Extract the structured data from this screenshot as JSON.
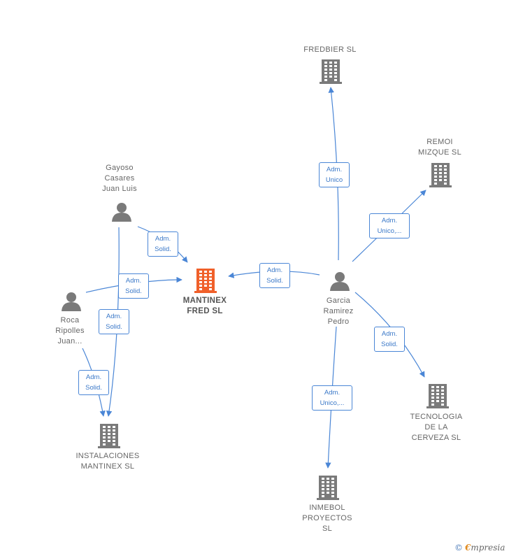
{
  "colors": {
    "edge": "#4a86d6",
    "node": "#7a7a7a",
    "main_node": "#f0602a"
  },
  "nodes": {
    "mantinex": {
      "lines": [
        "MANTINEX",
        "FRED  SL"
      ],
      "icon": "building-icon"
    },
    "fredbier": {
      "lines": [
        "FREDBIER SL"
      ],
      "icon": "building-icon"
    },
    "remoi": {
      "lines": [
        "REMOI",
        "MIZQUE  SL"
      ],
      "icon": "building-icon"
    },
    "tecnologia": {
      "lines": [
        "TECNOLOGIA",
        "DE LA",
        "CERVEZA  SL"
      ],
      "icon": "building-icon"
    },
    "inmebol": {
      "lines": [
        "INMEBOL",
        "PROYECTOS",
        "SL"
      ],
      "icon": "building-icon"
    },
    "instalaciones": {
      "lines": [
        "INSTALACIONES",
        "MANTINEX SL"
      ],
      "icon": "building-icon"
    },
    "garcia": {
      "lines": [
        "Garcia",
        "Ramirez",
        "Pedro"
      ],
      "icon": "person-icon"
    },
    "gayoso": {
      "lines": [
        "Gayoso",
        "Casares",
        "Juan Luis"
      ],
      "icon": "person-icon"
    },
    "roca": {
      "lines": [
        "Roca",
        "Ripolles",
        "Juan..."
      ],
      "icon": "person-icon"
    }
  },
  "edges": [
    {
      "id": "garcia-fredbier",
      "lines": [
        "Adm.",
        "Unico"
      ]
    },
    {
      "id": "garcia-remoi",
      "lines": [
        "Adm.",
        "Unico,..."
      ]
    },
    {
      "id": "garcia-mantinex",
      "lines": [
        "Adm.",
        "Solid."
      ]
    },
    {
      "id": "garcia-tecnologia",
      "lines": [
        "Adm.",
        "Solid."
      ]
    },
    {
      "id": "garcia-inmebol",
      "lines": [
        "Adm.",
        "Unico,..."
      ]
    },
    {
      "id": "gayoso-mantinex",
      "lines": [
        "Adm.",
        "Solid."
      ]
    },
    {
      "id": "roca-mantinex",
      "lines": [
        "Adm.",
        "Solid."
      ]
    },
    {
      "id": "gayoso-instalaciones",
      "lines": [
        "Adm.",
        "Solid."
      ]
    },
    {
      "id": "roca-instalaciones",
      "lines": [
        "Adm.",
        "Solid."
      ]
    }
  ],
  "brand": {
    "copyright": "©",
    "name_first": "€",
    "name_rest": "mpresia"
  }
}
